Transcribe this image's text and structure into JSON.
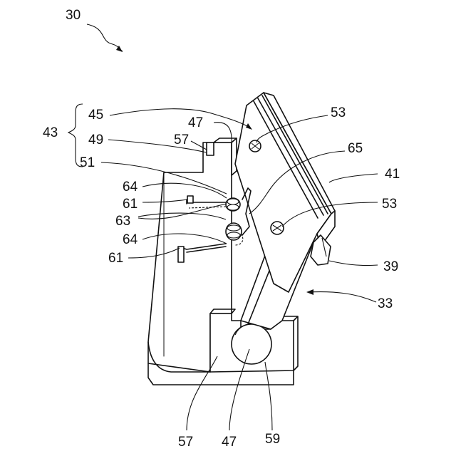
{
  "figure_label": "30",
  "labels": {
    "l43": "43",
    "l45": "45",
    "l47_top": "47",
    "l49": "49",
    "l57_top": "57",
    "l51": "51",
    "l64_a": "64",
    "l61_a": "61",
    "l63": "63",
    "l64_b": "64",
    "l61_b": "61",
    "l53_top": "53",
    "l65": "65",
    "l41": "41",
    "l53_mid": "53",
    "l39": "39",
    "l33": "33",
    "l57_bot": "57",
    "l47_bot": "47",
    "l59": "59"
  }
}
